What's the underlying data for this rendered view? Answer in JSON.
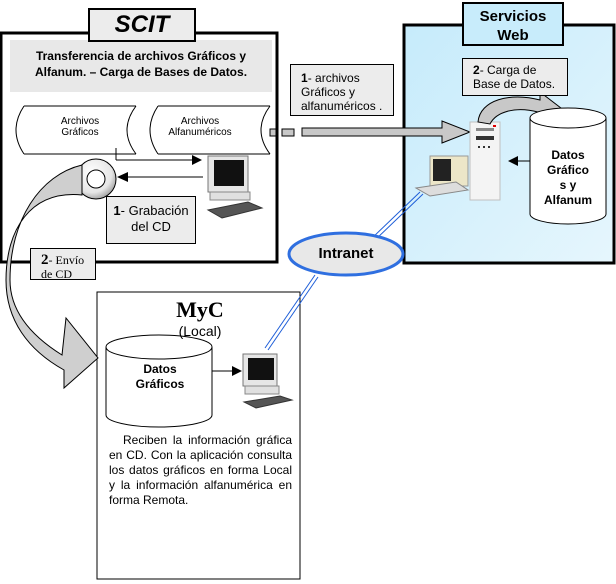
{
  "scit": {
    "title": "SCIT",
    "subtitle_line1": "Transferencia de archivos Gráficos y",
    "subtitle_line2": "Alfanum. – Carga de Bases de Datos.",
    "files": [
      {
        "line1": "Archivos",
        "line2": "Gráficos"
      },
      {
        "line1": "Archivos",
        "line2": "Alfanuméricos"
      }
    ],
    "step1_cd": {
      "num": "1",
      "line1": "- Grabación",
      "line2": "del  CD"
    }
  },
  "transfer": {
    "num": "1",
    "line1": "- archivos",
    "line2": "Gráficos y",
    "line3": "alfanuméricos ."
  },
  "web_services": {
    "title_line1": "Servicios",
    "title_line2": "Web",
    "step2": {
      "num": "2",
      "line1": "- Carga de",
      "line2": "Base de Datos."
    },
    "db": {
      "line1": "Datos",
      "line2": "Gráfico",
      "line3": "s y",
      "line4": "Alfanum"
    }
  },
  "send_cd": {
    "num": "2",
    "line1": "- Envío",
    "line2": "de CD"
  },
  "network": {
    "label": "Intranet"
  },
  "myc": {
    "title": "MyC",
    "subtitle": "(Local)",
    "db": {
      "line1": "Datos",
      "line2": "Gráficos"
    },
    "description": "Reciben la información gráfica en CD. Con la aplicación consulta los datos gráficos en forma Local y la información alfanumérica en forma Remota."
  },
  "colors": {
    "web_panel": "#d2f0fc",
    "gray_box": "#ececec",
    "intranet_border": "#2f6fe0",
    "link_line": "#1e5ed8",
    "arrow_gray": "#c8c8c8"
  }
}
